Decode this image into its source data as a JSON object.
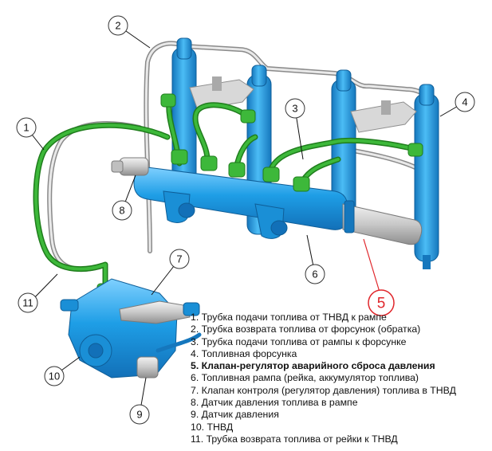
{
  "callouts": {
    "c1": "1",
    "c2": "2",
    "c3": "3",
    "c4": "4",
    "c5": "5",
    "c6": "6",
    "c7": "7",
    "c8": "8",
    "c9": "9",
    "c10": "10",
    "c11": "11"
  },
  "legend": [
    {
      "text": "1. Трубка подачи топлива от ТНВД к рампе",
      "bold": false
    },
    {
      "text": "2. Трубка возврата топлива от форсунок (обратка)",
      "bold": false
    },
    {
      "text": "3. Трубка подачи топлива от рампы к форсунке",
      "bold": false
    },
    {
      "text": "4. Топливная форсунка",
      "bold": false
    },
    {
      "text": "5. Клапан-регулятор аварийного сброса давления",
      "bold": true
    },
    {
      "text": "6. Топливная рампа (рейка, аккумулятор топлива)",
      "bold": false
    },
    {
      "text": "7. Клапан контроля (регулятор давления) топлива в ТНВД",
      "bold": false
    },
    {
      "text": "8. Датчик давления топлива в рампе",
      "bold": false
    },
    {
      "text": "9. Датчик давления",
      "bold": false
    },
    {
      "text": "10. ТНВД",
      "bold": false
    },
    {
      "text": "11. Трубка возврата топлива от рейки к ТНВД",
      "bold": false
    }
  ],
  "colors": {
    "part_blue": "#1e9ee6",
    "part_blue_dark": "#1577bd",
    "pipe_green": "#3db83a",
    "pipe_green_dark": "#1f7d1c",
    "return_grey": "#d6d6d6",
    "bracket_grey": "#c9c9c9",
    "callout_red": "#e0262b"
  }
}
